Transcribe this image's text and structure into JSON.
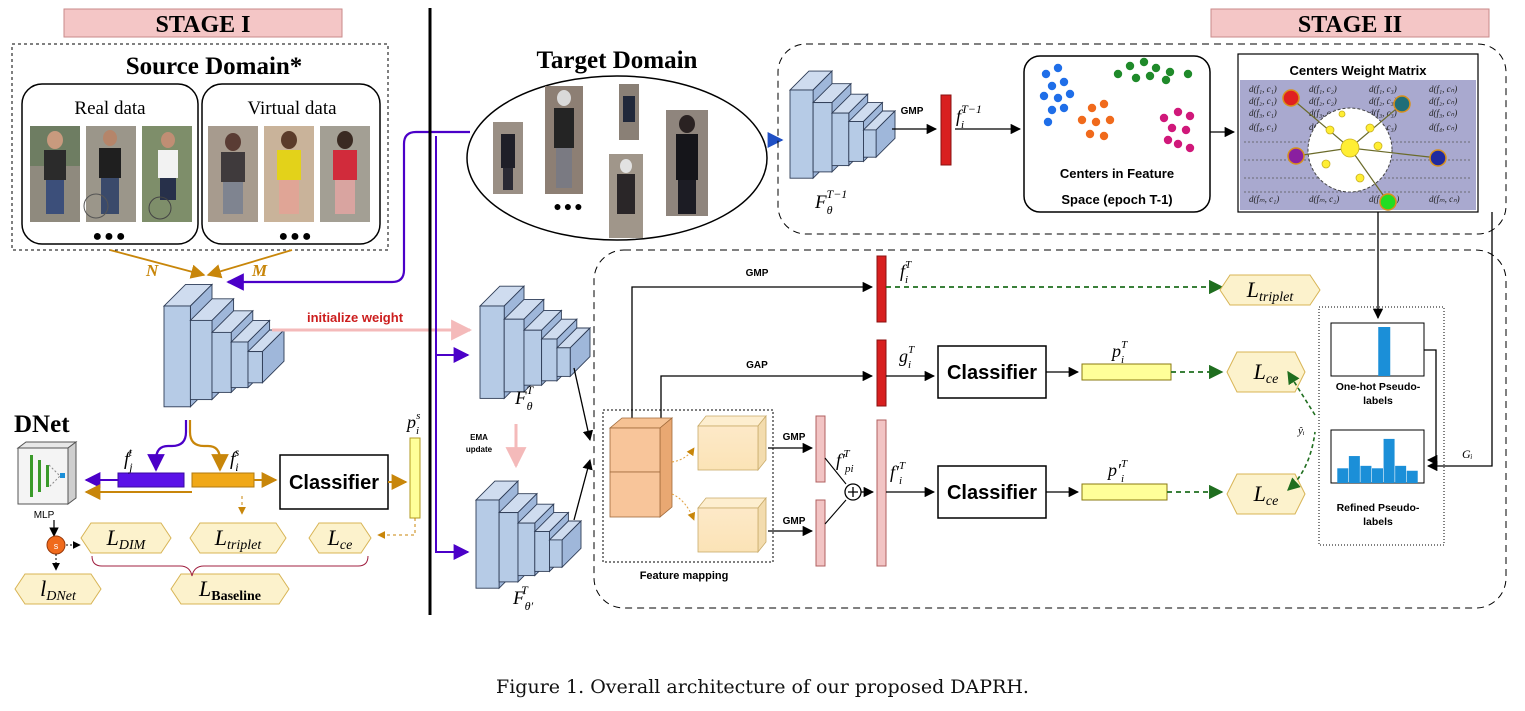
{
  "stage1": {
    "title": "STAGE I"
  },
  "stage2": {
    "title": "STAGE II"
  },
  "source_domain": {
    "title": "Source Domain*",
    "real_label": "Real data",
    "virtual_label": "Virtual data",
    "ellipsis": "●●●",
    "n_label": "N",
    "m_label": "M"
  },
  "target_domain": {
    "title": "Target Domain",
    "ellipsis": "●●●"
  },
  "init_weight": "initialize weight",
  "dnet": {
    "title": "DNet",
    "mlp": "MLP",
    "s_node": "s"
  },
  "stage1_features": {
    "fj": "f",
    "fj_sub": "j",
    "fj_sup": "t",
    "fi": "f",
    "fi_sub": "i",
    "fi_sup": "s",
    "pi": "p",
    "pi_sub": "i",
    "pi_sup": "s"
  },
  "losses": {
    "dim": "L",
    "dim_sub": "DIM",
    "triplet": "L",
    "triplet_sub": "triplet",
    "ce": "L",
    "ce_sub": "ce",
    "baseline": "L",
    "baseline_sub": "Baseline",
    "dnet": "l",
    "dnet_sub": "DNet"
  },
  "classifier": "Classifier",
  "ops": {
    "gmp": "GMP",
    "gap": "GAP",
    "ema": "EMA",
    "ema2": "update"
  },
  "networks": {
    "f_theta_t1": "F",
    "f_theta_t1_sub": "θ",
    "f_theta_t1_sup": "T−1",
    "f_theta_t": "F",
    "f_theta_t_sub": "θ",
    "f_theta_t_sup": "T",
    "f_theta_p": "F",
    "f_theta_p_sub": "θ′",
    "f_theta_p_sup": "T"
  },
  "stage2_features": {
    "fi_t1": "f",
    "fi_t1_sub": "i",
    "fi_t1_sup": "T−1",
    "fi_t": "f",
    "fi_t_sub": "i",
    "fi_t_sup": "T",
    "gi_t": "g",
    "gi_t_sub": "i",
    "gi_t_sup": "T",
    "fpi": "f′",
    "fpi_sub": "pi",
    "fpi_sup": "T",
    "fprime": "f′",
    "fprime_sub": "i",
    "fprime_sup": "T",
    "pi_t": "p",
    "pi_t_sub": "i",
    "pi_t_sup": "T",
    "pprime": "p′",
    "pprime_sub": "i",
    "pprime_sup": "T"
  },
  "centers": {
    "line1": "Centers in Feature",
    "line2": "Space (epoch T-1)"
  },
  "matrix": {
    "title": "Centers Weight Matrix",
    "rows": [
      [
        "d(f₁, c₁)",
        "d(f₁, c₂)",
        "d(f₁, c₃)",
        "d(f₁, cₙ)"
      ],
      [
        "d(f₂, c₁)",
        "d(f₂, c₂)",
        "d(f₂, c₃)",
        "d(f₂, cₙ)"
      ],
      [
        "d(f₃, c₁)",
        "d(f₃, c₂)",
        "d(f₃, c₃)",
        "d(f₃, cₙ)"
      ],
      [
        "d(f₄, c₁)",
        "d(f₄, c₂)",
        "d(f₄, c₃)",
        "d(f₄, cₙ)"
      ],
      [
        "d(fₘ, c₁)",
        "d(fₘ, c₂)",
        "d(fₘ, c₃)",
        "d(fₘ, cₙ)"
      ]
    ]
  },
  "feature_mapping": "Feature mapping",
  "pseudo": {
    "onehot1": "One-hot Pseudo-",
    "onehot2": "labels",
    "refined1": "Refined Pseudo-",
    "refined2": "labels",
    "yhat": "ŷᵢ",
    "gi": "Gᵢ"
  },
  "charts": {
    "onehot": [
      0,
      0,
      0,
      1,
      0,
      0
    ],
    "refined": [
      0.3,
      0.55,
      0.35,
      0.3,
      0.9,
      0.35,
      0.25
    ]
  },
  "colors": {
    "net_fill": "#b6cbe6",
    "net_stroke": "#2f3d57",
    "red_bar": "#d81f1f",
    "pink_bar": "#f2c4c4",
    "yellow_bar": "#ffff99",
    "purple": "#4b00c8",
    "gold": "#c8860a",
    "green_dash": "#1f6e1f",
    "loss_fill": "#fcf2cc",
    "matrix_bg": "#a9a9cf",
    "stage_fill": "#f4c6c6"
  },
  "caption": "Figure 1. Overall architecture of our proposed DAPRH."
}
